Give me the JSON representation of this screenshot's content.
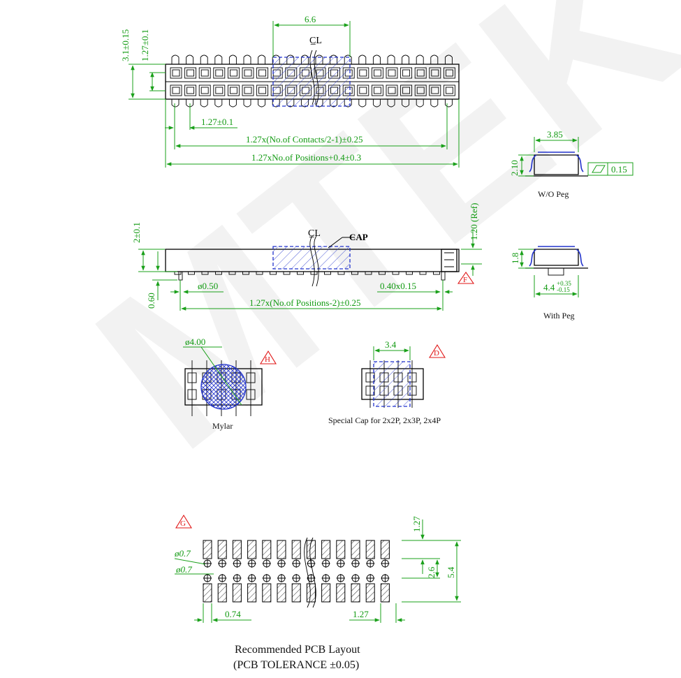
{
  "watermark": "MTEK",
  "top_view": {
    "width_dim": "6.6",
    "centerline": "C̲L",
    "height_dim": "3.1±0.15",
    "row_pitch_dim": "1.27±0.1",
    "pitch_dim": "1.27±0.1",
    "contacts_dim": "1.27x(No.of Contacts/2-1)±0.25",
    "positions_dim": "1.27xNo.of Positions+0.4±0.3"
  },
  "side_view": {
    "height_dim": "2±0.1",
    "cap_label": "CAP",
    "ref_dim": "1.20 (Ref)",
    "peg_dim": "ø0.50",
    "flat_dim": "0.40x0.15",
    "leg_dim": "0.60",
    "positions_dim": "1.27x(No.of Positions-2)±0.25",
    "note": "F"
  },
  "wo_peg": {
    "width_dim": "3.85",
    "height_dim": "2.10",
    "flatness": "0.15",
    "caption": "W/O Peg"
  },
  "with_peg": {
    "height_dim": "1.8",
    "width_dim": "4.4",
    "tol_plus": "+0.35",
    "tol_minus": "-0.15",
    "caption": "With Peg"
  },
  "mylar_view": {
    "diameter_dim": "ø4.00",
    "note": "H",
    "caption": "Mylar"
  },
  "special_cap": {
    "width_dim": "3.4",
    "note": "D",
    "caption": "Special Cap for 2x2P, 2x3P, 2x4P"
  },
  "pcb_layout": {
    "note": "G",
    "pad_pitch_dim": "1.27",
    "hole_a_dim": "ø0.7",
    "hole_b_dim": "ø0.7",
    "row_dim": "2.6",
    "total_dim": "5.4",
    "pad_width_dim": "0.74",
    "pitch_dim": "1.27",
    "caption_line1": "Recommended PCB Layout",
    "caption_line2": "(PCB TOLERANCE ±0.05)"
  }
}
